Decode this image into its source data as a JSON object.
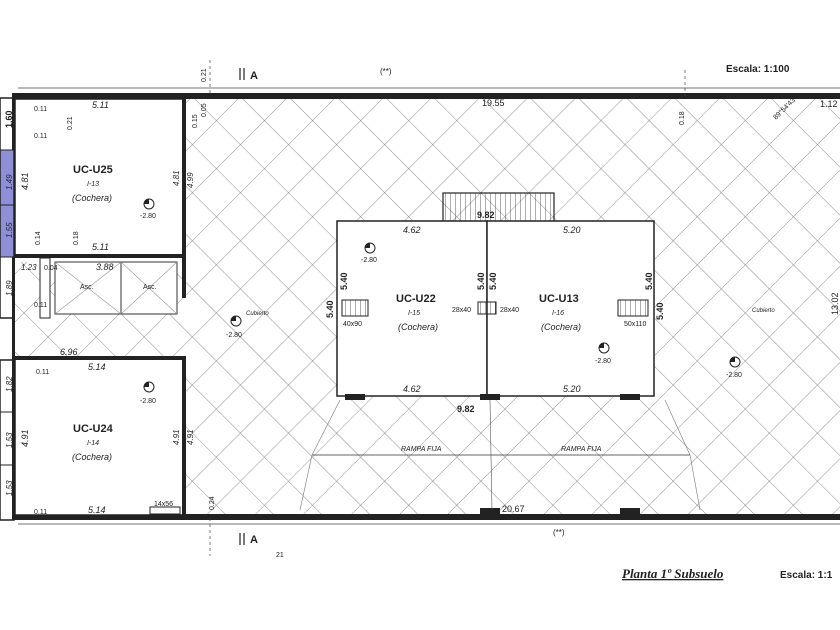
{
  "header": {
    "scale_label": "Escala: 1:100",
    "section_mark": "A",
    "star_mark": "(**)"
  },
  "footer": {
    "plan_title": "Planta 1º Subsuelo",
    "scale_label": "Escala: 1:1",
    "section_mark": "A",
    "star_mark": "(**)",
    "side_code": "21"
  },
  "units": [
    {
      "code": "UC-U25",
      "ref": "I-13",
      "use": "(Cochera)",
      "level": "-2.80"
    },
    {
      "code": "UC-U24",
      "ref": "I-14",
      "use": "(Cochera)",
      "level": "-2.80"
    },
    {
      "code": "UC-U22",
      "ref": "I-15",
      "use": "(Cochera)",
      "level": "-2.80"
    },
    {
      "code": "UC-U13",
      "ref": "I-16",
      "use": "(Cochera)",
      "level": "-2.80"
    }
  ],
  "labels": {
    "covered": "Cubierto",
    "asc": "Asc.",
    "ramp": "RAMPA FIJA",
    "col_a": "40x90",
    "col_b": "28x40",
    "col_c": "28x40",
    "col_d": "50x110",
    "col_e": "14x56",
    "angle": "89°54'43\"",
    "level_general": "-2.80"
  },
  "dims": {
    "top_total": "19.55",
    "top_right": "1.12",
    "right_side": "13.02",
    "bottom_total": "20.67",
    "u25_top": "5.11",
    "u25_bottom": "5.11",
    "u25_side": "4.81",
    "u25_side2": "4.99",
    "u24_top": "5.14",
    "u24_bottom": "5.14",
    "u24_side": "4.91",
    "u24_side2": "4.91",
    "u22_top": "4.62",
    "u22_bottom": "4.62",
    "u22_side": "5.40",
    "u13_top": "5.20",
    "u13_bottom": "5.20",
    "u13_side": "5.40",
    "center_top": "9.82",
    "center_bottom": "9.82",
    "asc_width": "3.88",
    "asc_left": "1.23",
    "asc_gap": "0.04",
    "left_696": "6.96",
    "d160": "1.60",
    "d149": "1.49",
    "d155": "1.55",
    "d189": "1.89",
    "d182": "1.82",
    "d153": "1.53",
    "d011": "0.11",
    "d014": "0.14",
    "d018": "0.18",
    "d021": "0.21",
    "d024": "0.24",
    "d481": "4.81",
    "d491": "4.91",
    "d153b": "1.53",
    "d015": "0.15",
    "d005": "0.05"
  }
}
